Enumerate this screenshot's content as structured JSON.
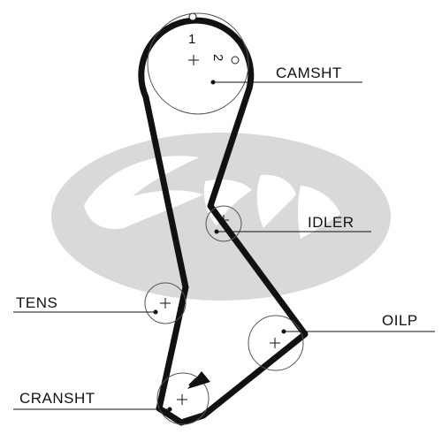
{
  "diagram": {
    "type": "timing-belt-routing",
    "labels": {
      "camshaft": "CAMSHT",
      "idler": "IDLER",
      "tensioner": "TENS",
      "oil_pump": "OILP",
      "crankshaft": "CRANSHT"
    },
    "cam_marks": {
      "mark_1": "1",
      "mark_2": "2"
    },
    "watermark": "Gates",
    "colors": {
      "belt": "#111111",
      "outline": "#555555",
      "watermark": "#d9d9d9",
      "background": "#ffffff"
    }
  }
}
